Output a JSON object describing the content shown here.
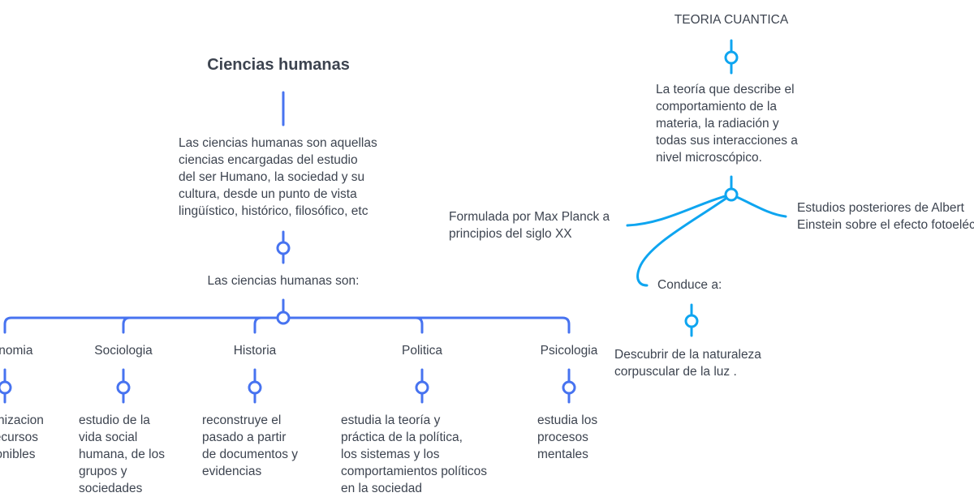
{
  "left_map": {
    "color": "#4773f0",
    "title": "Ciencias humanas",
    "description": "Las ciencias humanas son aquellas\nciencias encargadas del estudio\ndel ser Humano, la sociedad y su\ncultura, desde un punto de vista\nlingüístico, histórico, filosófico, etc",
    "subheading": "Las ciencias humanas son:",
    "branches": [
      {
        "label": "Economia",
        "text": "organizacion\nde recursos\ndisponibles"
      },
      {
        "label": "Sociologia",
        "text": "estudio de la\nvida social\nhumana, de los\ngrupos y\nsociedades"
      },
      {
        "label": "Historia",
        "text": "reconstruye el\npasado a partir\nde documentos y\nevidencias"
      },
      {
        "label": "Politica",
        "text": "estudia la teoría y\npráctica de la política,\nlos sistemas y los\ncomportamientos políticos\nen la sociedad"
      },
      {
        "label": "Psicologia",
        "text": "estudia los\nprocesos\nmentales"
      }
    ]
  },
  "right_map": {
    "color": "#0ea5f0",
    "title": "TEORIA CUANTICA",
    "description": "La teoría que describe el\ncomportamiento de la\nmateria, la radiación y\ntodas sus interacciones a\nnivel microscópico.",
    "left_branch": "Formulada por Max Planck a\nprincipios del siglo XX",
    "right_branch": "Estudios posteriores de Albert\nEinstein sobre el efecto fotoeléctrico",
    "lower_branch": "Conduce a:",
    "lower_result": "Descubrir de la naturaleza\ncorpuscular de la luz ."
  }
}
